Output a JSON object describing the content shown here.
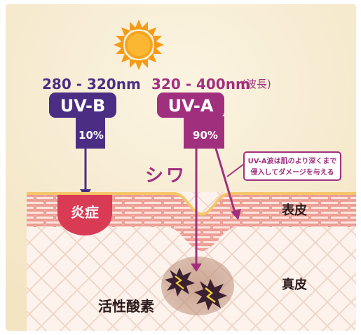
{
  "uvb": {
    "wavelength": "280 - 320nm",
    "label": "UV-B",
    "percent": "10%",
    "effect": "炎症"
  },
  "uva": {
    "wavelength": "320 - 400nm",
    "wavelength_note": "(波長)",
    "label": "UV-A",
    "percent": "90%",
    "effect": "シワ",
    "callout_line1": "UV-A波は肌のより深くまで",
    "callout_line2": "侵入してダメージを与える"
  },
  "layers": {
    "epidermis": "表皮",
    "dermis": "真皮"
  },
  "ros_label": "活性酸素",
  "icons": [
    "sun-icon",
    "damage-burst-icon"
  ],
  "colors": {
    "background": "#f7edd3",
    "uvb": "#4b2e83",
    "uva": "#a0307e",
    "skin_top": "#f5c66a",
    "brick_bg": "#f6c7bd",
    "brick_line": "#e98d84",
    "inflammation": "#d93a54",
    "dermis_line": "#f3ddd2",
    "sun": "#f59b18"
  }
}
